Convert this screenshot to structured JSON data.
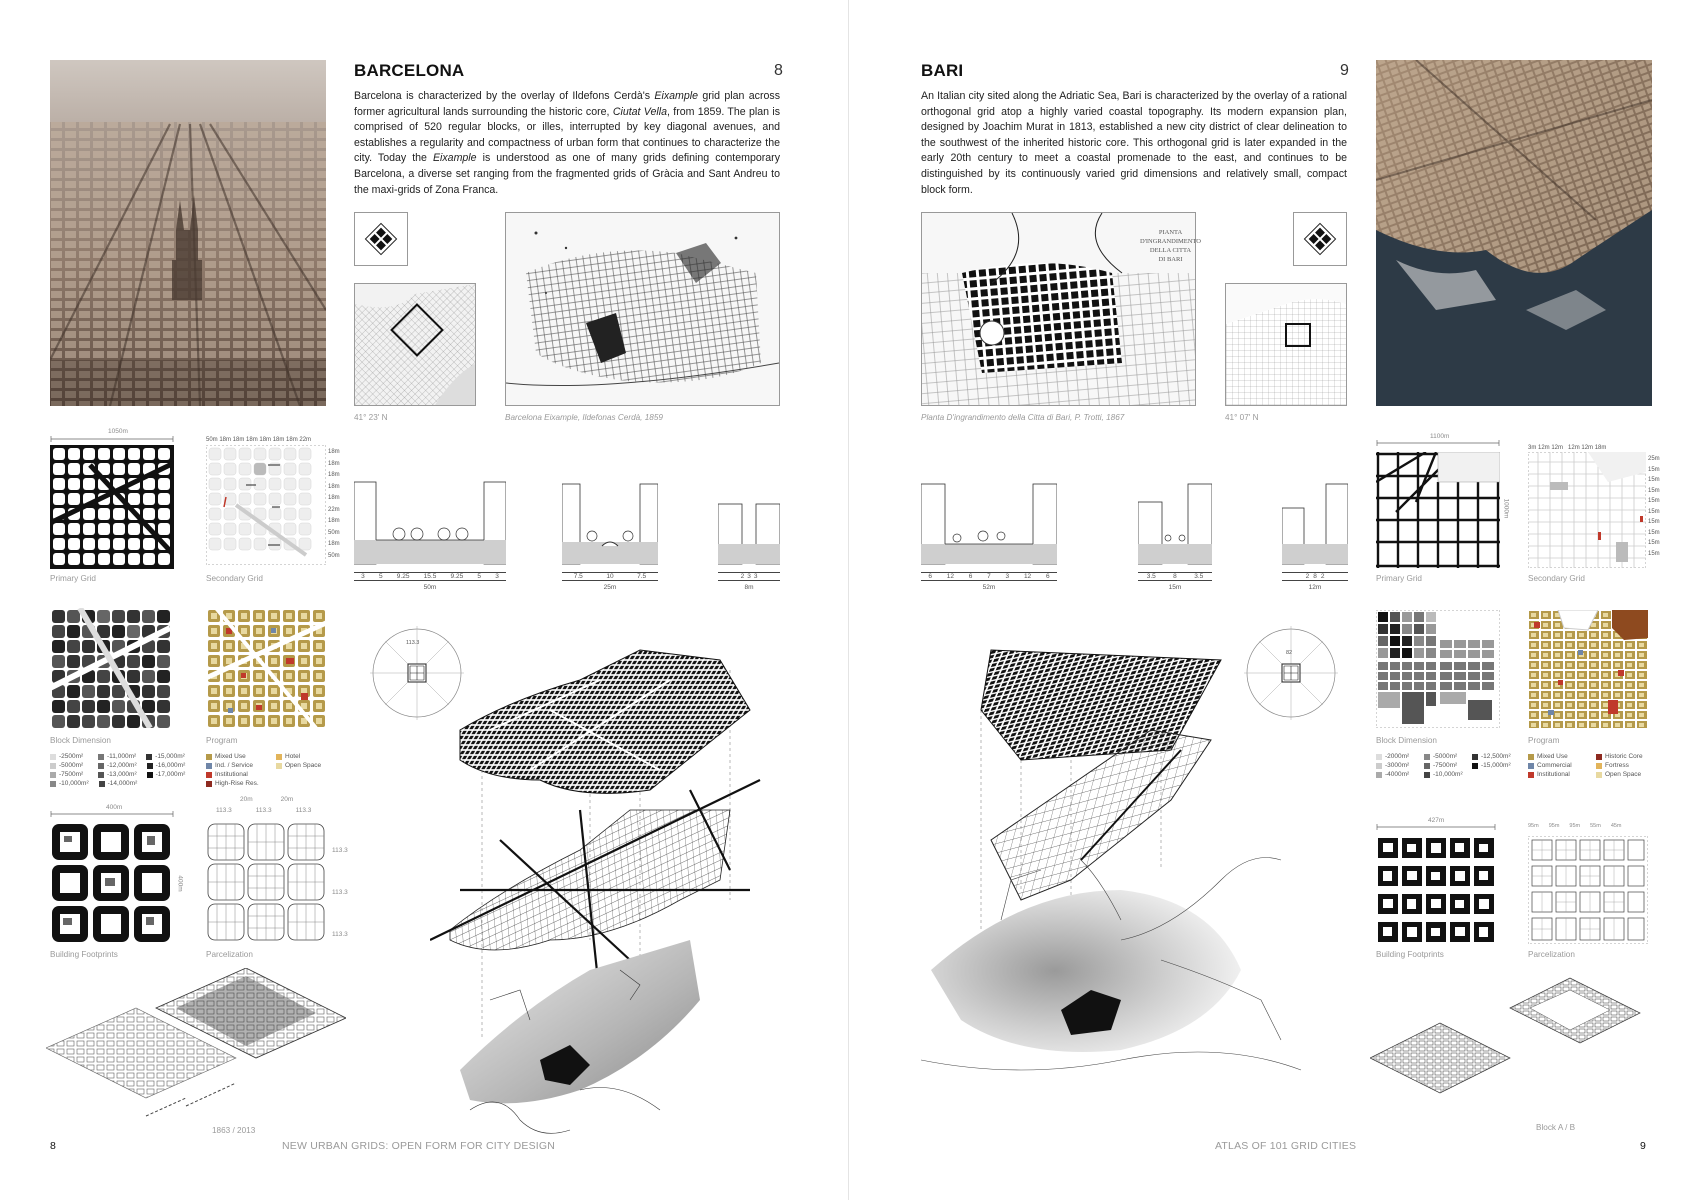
{
  "left": {
    "title": "BARCELONA",
    "page_top": "8",
    "body_html": "Barcelona is characterized by the overlay of Ildefons Cerdà's <i>Eixample</i> grid plan across former agricultural lands surrounding the historic core, <i>Ciutat Vella</i>, from 1859. The plan is comprised of 520 regular blocks, or illes, interrupted by key diagonal avenues, and establishes a regularity and compactness of urban form that continues to characterize the city. Today the <i>Eixample</i> is understood as one of many grids defining contemporary Barcelona, a diverse set ranging from the fragmented grids of Gràcia and Sant Andreu to the maxi-grids of Zona Franca.",
    "coords": "41° 23' N",
    "map_caption": "Barcelona Eixample, Ildefonas Cerdà, 1859",
    "primary_grid": "Primary Grid",
    "primary_dim": "1050m",
    "secondary_grid": "Secondary Grid",
    "secondary_dims": "50m 18m 18m 18m 18m 18m 18m 22m",
    "secondary_right": [
      "18m",
      "18m",
      "18m",
      "18m",
      "18m",
      "22m",
      "18m",
      "50m",
      "18m",
      "50m"
    ],
    "block_dimension": "Block Dimension",
    "program": "Program",
    "block_legend": [
      [
        "-2500m²",
        "-11,000m²",
        "-15,000m²"
      ],
      [
        "-5000m²",
        "-12,000m²",
        "-16,000m²"
      ],
      [
        "-7500m²",
        "-13,000m²",
        "-17,000m²"
      ],
      [
        "-10,000m²",
        "-14,000m²",
        ""
      ]
    ],
    "program_legend": [
      [
        "Mixed Use",
        "Hotel"
      ],
      [
        "Ind. / Service",
        "Open Space"
      ],
      [
        "Institutional",
        ""
      ],
      [
        "High-Rise Res.",
        ""
      ]
    ],
    "footprints": "Building Footprints",
    "footprints_dim": "400m",
    "footprints_side": "400m",
    "parcel": "Parcelization",
    "parcel_dims": [
      "20m",
      "20m"
    ],
    "parcel_row": [
      "113.3",
      "113.3",
      "113.3"
    ],
    "parcel_side": [
      "113.3",
      "113.3",
      "113.3"
    ],
    "sections": [
      {
        "dims": [
          "3",
          "5",
          "9.25",
          "15.5",
          "9.25",
          "5",
          "3"
        ],
        "total": "50m"
      },
      {
        "dims": [
          "7.5",
          "10",
          "7.5"
        ],
        "total": "25m"
      },
      {
        "dims": [
          "2",
          "3",
          "3"
        ],
        "total": "8m"
      }
    ],
    "compass": "113.3",
    "years": "1863 / 2013",
    "page_bottom": "8",
    "footer": "NEW URBAN GRIDS: OPEN FORM FOR CITY DESIGN"
  },
  "right": {
    "title": "BARI",
    "page_top": "9",
    "body_html": "An Italian city sited along the Adriatic Sea, Bari is characterized by the overlay of a rational orthogonal grid atop a highly varied coastal topography. Its modern expansion plan, designed by Joachim Murat in 1813, established a new city district of clear delineation to the southwest of the inherited historic core. This orthogonal grid is later expanded in the early 20th century to meet a coastal promenade to the east, and continues to be distinguished by its continuously varied grid dimensions and relatively small, compact block form.",
    "coords": "41° 07' N",
    "map_caption": "Planta D'ingrandimento della Citta di Bari, P. Trotti, 1867",
    "map_stamp": [
      "PIANTA",
      "D'INGRANDIMENTO",
      "DELLA CITTA",
      "DI BARI"
    ],
    "primary_grid": "Primary Grid",
    "primary_dim": "1100m",
    "primary_side": "1000m",
    "secondary_grid": "Secondary Grid",
    "secondary_dims": "3m 12m 12m   12m 12m 18m",
    "secondary_right": [
      "25m",
      "15m",
      "15m",
      "15m",
      "15m",
      "15m",
      "15m",
      "15m",
      "15m",
      "15m"
    ],
    "block_dimension": "Block Dimension",
    "program": "Program",
    "block_legend": [
      [
        "-2000m²",
        "-5000m²",
        "-12,500m²"
      ],
      [
        "-3000m²",
        "-7500m²",
        "-15,000m²"
      ],
      [
        "-4000m²",
        "-10,000m²",
        ""
      ]
    ],
    "program_legend": [
      [
        "Mixed Use",
        "Historic Core"
      ],
      [
        "Commercial",
        "Fortress"
      ],
      [
        "Institutional",
        "Open Space"
      ]
    ],
    "footprints": "Building Footprints",
    "footprints_dim": "427m",
    "parcel": "Parcelization",
    "parcel_row": [
      "95m",
      "95m",
      "95m",
      "55m",
      "45m"
    ],
    "sections": [
      {
        "dims": [
          "6",
          "12",
          "6",
          "7",
          "3",
          "12",
          "6"
        ],
        "total": "52m"
      },
      {
        "dims": [
          "3.5",
          "8",
          "3.5"
        ],
        "total": "15m"
      },
      {
        "dims": [
          "2",
          "8",
          "2"
        ],
        "total": "12m"
      }
    ],
    "compass": "82",
    "block_ab": "Block A / B",
    "page_bottom": "9",
    "footer": "ATLAS OF 101 GRID CITIES"
  },
  "colors": {
    "text": "#222222",
    "caption": "#9a9a9a",
    "program_mixed": "#b59a4a",
    "program_red": "#c0392b",
    "program_open": "#e8d9a0",
    "program_blue": "#6f86a8"
  }
}
